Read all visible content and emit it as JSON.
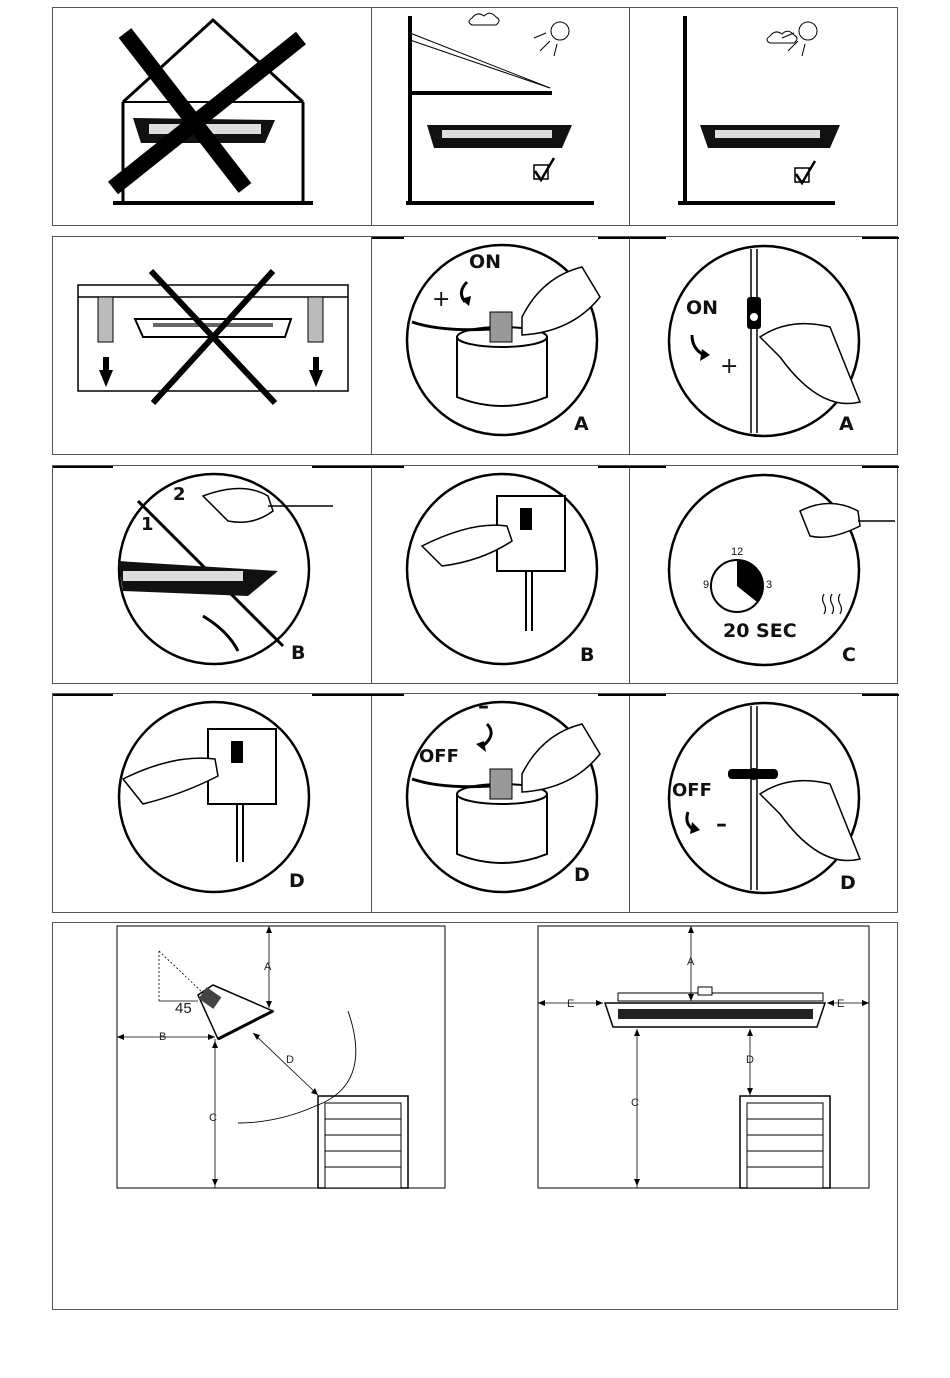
{
  "row2": {
    "p2_on": "ON",
    "p2_plus": "+",
    "p2_letter": "A",
    "p3_on": "ON",
    "p3_plus": "+",
    "p3_letter": "A"
  },
  "row3": {
    "p1_n1": "1",
    "p1_n2": "2",
    "p1_letter": "B",
    "p2_letter": "B",
    "p3_clock_12": "12",
    "p3_clock_9": "9",
    "p3_clock_3": "3",
    "p3_time": "20 SEC",
    "p3_letter": "C"
  },
  "row4": {
    "p1_letter": "D",
    "p2_off": "OFF",
    "p2_minus": "–",
    "p2_letter": "D",
    "p3_off": "OFF",
    "p3_minus": "–",
    "p3_letter": "D"
  },
  "row5": {
    "left": {
      "angle": "45",
      "a": "A",
      "b": "B",
      "c": "C",
      "d": "D"
    },
    "right": {
      "a": "A",
      "c": "C",
      "d": "D",
      "e_left": "E",
      "e_right": "E"
    }
  }
}
